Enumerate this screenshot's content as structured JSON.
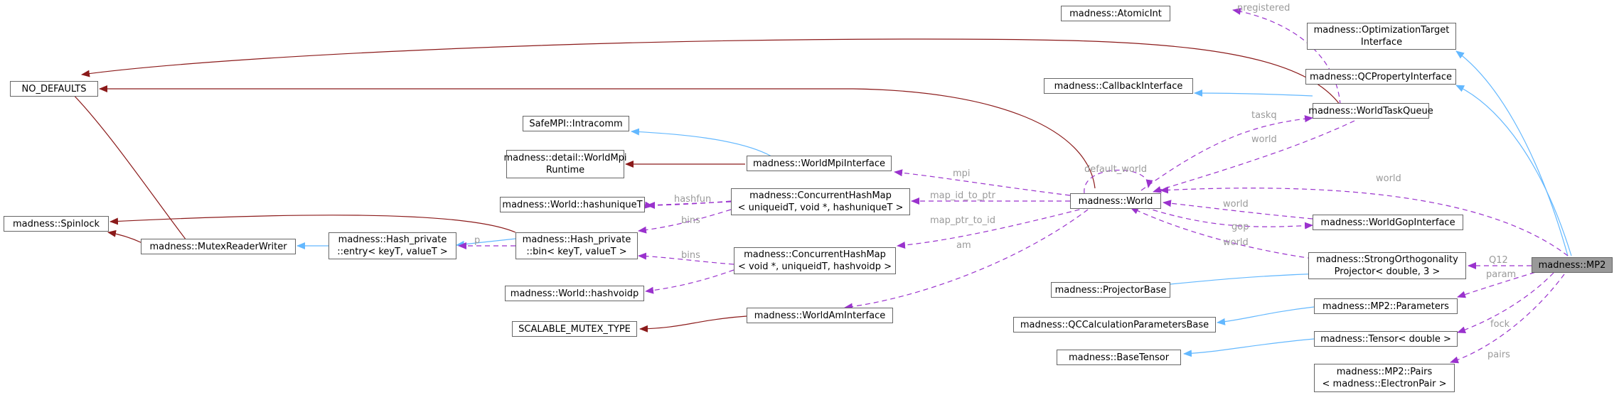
{
  "colors": {
    "inheritance": "#63b8ff",
    "usage": "#9a32cd",
    "template": "#8b1a1a",
    "node_border": "#666666",
    "current_node_fill": "#999999",
    "edge_label": "#9a9a9a"
  },
  "nodes": {
    "no_defaults": "NO_DEFAULTS",
    "spinlock": "madness::Spinlock",
    "mutex_rw": "madness::MutexReaderWriter",
    "hash_entry": [
      "madness::Hash_private",
      "::entry< keyT, valueT >"
    ],
    "hash_bin": [
      "madness::Hash_private",
      "::bin< keyT, valueT >"
    ],
    "hashuniqueT": "madness::World::hashuniqueT",
    "hashvoidp": "madness::World::hashvoidp",
    "scalable_mutex": "SCALABLE_MUTEX_TYPE",
    "intracomm": "SafeMPI::Intracomm",
    "worldmpi_runtime": [
      "madness::detail::WorldMpi",
      "Runtime"
    ],
    "chm_unique": [
      "madness::ConcurrentHashMap",
      "< uniqueidT, void *, hashuniqueT >"
    ],
    "chm_voidp": [
      "madness::ConcurrentHashMap",
      "< void *, uniqueidT, hashvoidp >"
    ],
    "worldmpi_interface": "madness::WorldMpiInterface",
    "worldam_interface": "madness::WorldAmInterface",
    "world": "madness::World",
    "atomic_int": "madness::AtomicInt",
    "callback_interface": "madness::CallbackInterface",
    "world_task_queue": "madness::WorldTaskQueue",
    "opt_target": [
      "madness::OptimizationTarget",
      "Interface"
    ],
    "qc_property": "madness::QCPropertyInterface",
    "world_gop": "madness::WorldGopInterface",
    "strong_orth": [
      "madness::StrongOrthogonality",
      "Projector< double, 3 >"
    ],
    "projector_base": "madness::ProjectorBase",
    "mp2_parameters": "madness::MP2::Parameters",
    "qc_calc_params": "madness::QCCalculationParametersBase",
    "tensor_double": "madness::Tensor< double >",
    "base_tensor": "madness::BaseTensor",
    "mp2_pairs": [
      "madness::MP2::Pairs",
      "< madness::ElectronPair >"
    ],
    "mp2": "madness::MP2"
  },
  "edge_labels": {
    "p": "p",
    "hashfun": "hashfun",
    "bins_top": "bins",
    "bins_bottom": "bins",
    "mpi": "mpi",
    "map_id_to_ptr": "map_id_to_ptr",
    "map_ptr_to_id": "map_ptr_to_id",
    "am": "am",
    "default_world": "default_world",
    "nregistered": "nregistered",
    "taskq": "taskq",
    "world_from_taskqueue": "world",
    "world_from_mp2": "world",
    "world_from_gop": "world",
    "gop": "gop",
    "world_from_so": "world",
    "q12": "Q12",
    "param": "param",
    "fock": "fock",
    "pairs": "pairs"
  }
}
